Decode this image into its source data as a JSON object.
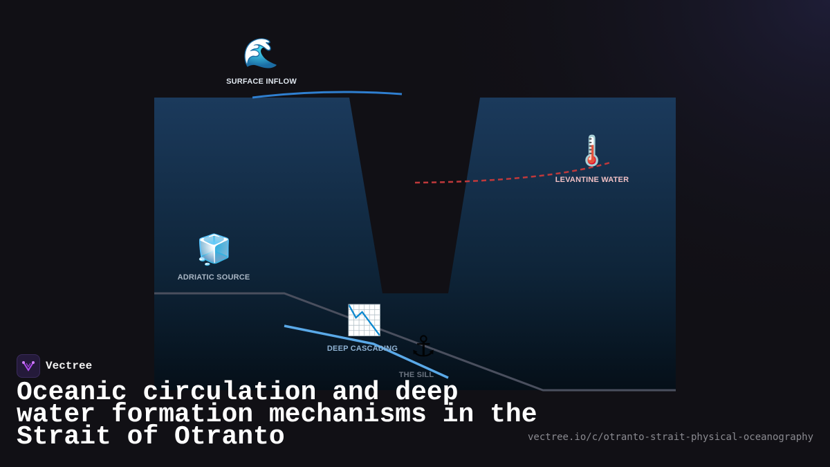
{
  "diagram": {
    "labels": {
      "surface_inflow": "SURFACE INFLOW",
      "levantine_water": "LEVANTINE WATER",
      "adriatic_source": "ADRIATIC SOURCE",
      "deep_cascading": "DEEP CASCADING",
      "the_sill": "THE SILL"
    },
    "icons": {
      "surface_inflow": "wave-icon",
      "levantine_water": "thermometer-icon",
      "adriatic_source": "ice-cube-icon",
      "deep_cascading": "chart-decreasing-icon",
      "the_sill": "anchor-icon"
    },
    "colors": {
      "surface_flow": "#2f7fd0",
      "levantine_flow": "#c0393b",
      "cascade_flow": "#5aa9e8",
      "seabed": "#4a4f5e",
      "water_top": "#1b3a5c",
      "water_bottom": "#06121d"
    }
  },
  "brand": {
    "name": "Vectree"
  },
  "title": "Oceanic circulation and deep water formation mechanisms in the Strait of Otranto",
  "url": "vectree.io/c/otranto-strait-physical-oceanography"
}
